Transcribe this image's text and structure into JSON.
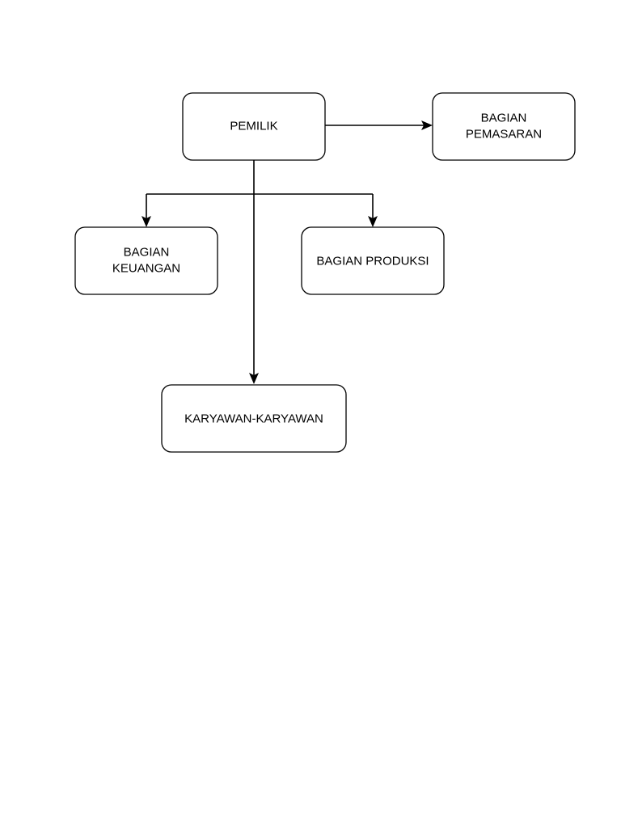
{
  "nodes": {
    "pemilik": {
      "lines": [
        "PEMILIK"
      ]
    },
    "pemasaran": {
      "lines": [
        "BAGIAN",
        "PEMASARAN"
      ]
    },
    "keuangan": {
      "lines": [
        "BAGIAN",
        "KEUANGAN"
      ]
    },
    "produksi": {
      "lines": [
        "BAGIAN PRODUKSI"
      ]
    },
    "karyawan": {
      "lines": [
        "KARYAWAN-KARYAWAN"
      ]
    }
  },
  "edges": [
    {
      "from": "pemilik",
      "to": "pemasaran"
    },
    {
      "from": "pemilik",
      "to": "keuangan"
    },
    {
      "from": "pemilik",
      "to": "produksi"
    },
    {
      "from": "pemilik",
      "to": "karyawan"
    }
  ]
}
